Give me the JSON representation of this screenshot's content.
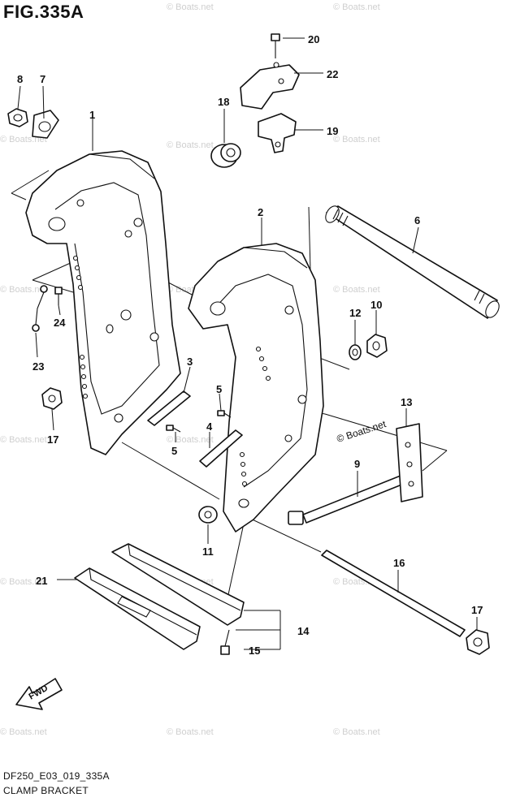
{
  "figure": {
    "title": "FIG.335A",
    "code": "DF250_E03_019_335A",
    "caption": "CLAMP BRACKET",
    "fwd_label": "FWD",
    "watermark": "© Boats.net"
  },
  "callouts": [
    {
      "id": "c1",
      "label": "1"
    },
    {
      "id": "c2",
      "label": "2"
    },
    {
      "id": "c3",
      "label": "3"
    },
    {
      "id": "c4",
      "label": "4"
    },
    {
      "id": "c5a",
      "label": "5"
    },
    {
      "id": "c5b",
      "label": "5"
    },
    {
      "id": "c6",
      "label": "6"
    },
    {
      "id": "c7",
      "label": "7"
    },
    {
      "id": "c8",
      "label": "8"
    },
    {
      "id": "c9",
      "label": "9"
    },
    {
      "id": "c10",
      "label": "10"
    },
    {
      "id": "c11",
      "label": "11"
    },
    {
      "id": "c12",
      "label": "12"
    },
    {
      "id": "c13",
      "label": "13"
    },
    {
      "id": "c14",
      "label": "14"
    },
    {
      "id": "c15",
      "label": "15"
    },
    {
      "id": "c16",
      "label": "16"
    },
    {
      "id": "c17a",
      "label": "17"
    },
    {
      "id": "c17b",
      "label": "17"
    },
    {
      "id": "c18",
      "label": "18"
    },
    {
      "id": "c19",
      "label": "19"
    },
    {
      "id": "c20",
      "label": "20"
    },
    {
      "id": "c21",
      "label": "21"
    },
    {
      "id": "c22",
      "label": "22"
    },
    {
      "id": "c23",
      "label": "23"
    },
    {
      "id": "c24",
      "label": "24"
    }
  ]
}
